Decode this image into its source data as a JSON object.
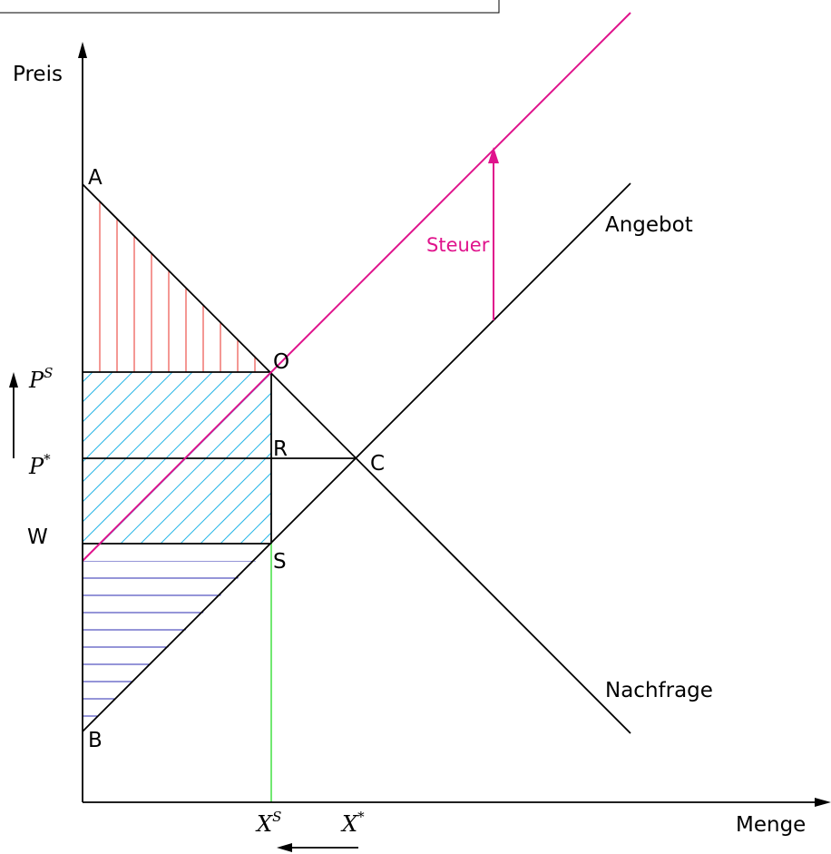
{
  "axes": {
    "y_label": "Preis",
    "x_label": "Menge"
  },
  "curves": {
    "supply_label": "Angebot",
    "demand_label": "Nachfrage",
    "tax_label": "Steuer"
  },
  "points": {
    "A": "A",
    "B": "B",
    "C": "C",
    "O": "O",
    "R": "R",
    "S": "S",
    "W": "W"
  },
  "ticks": {
    "ps_base": "P",
    "ps_sup": "S",
    "pstar_base": "P",
    "pstar_sup": "*",
    "xs_base": "X",
    "xs_sup": "S",
    "xstar_base": "X",
    "xstar_sup": "*"
  },
  "colors": {
    "axis": "#000000",
    "curve": "#000000",
    "tax_curve": "#e0138c",
    "consumer_surplus": "#e8322a",
    "tax_revenue": "#29b6e6",
    "producer_surplus": "#2b2bb0",
    "quantity_line": "#44e044"
  }
}
